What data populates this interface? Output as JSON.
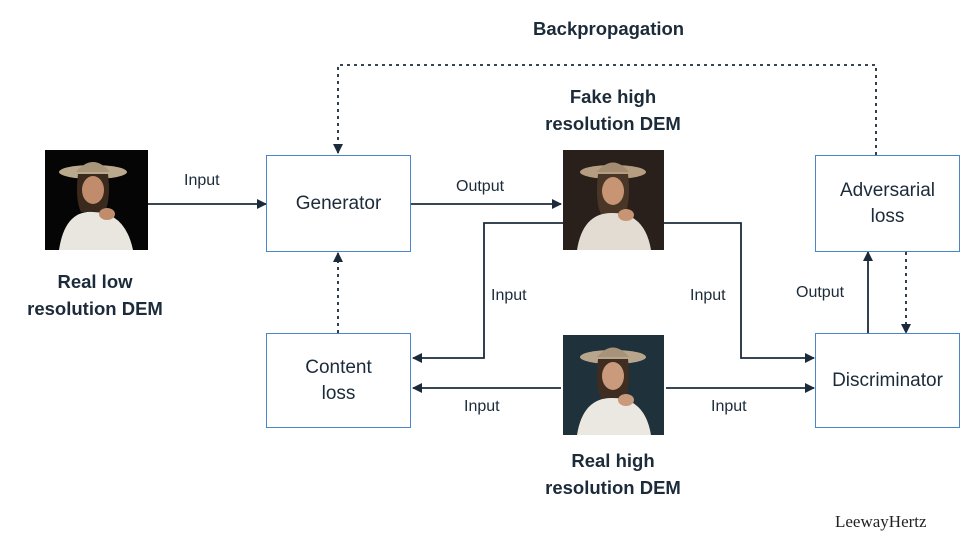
{
  "title": "Backpropagation",
  "nodes": {
    "generator": "Generator",
    "adversarial_loss_line1": "Adversarial",
    "adversarial_loss_line2": "loss",
    "content_loss_line1": "Content",
    "content_loss_line2": "loss",
    "discriminator": "Discriminator"
  },
  "images": {
    "real_low_line1": "Real low",
    "real_low_line2": "resolution DEM",
    "fake_high_line1": "Fake high",
    "fake_high_line2": "resolution DEM",
    "real_high_line1": "Real high",
    "real_high_line2": "resolution DEM"
  },
  "edge_labels": {
    "input_to_generator": "Input",
    "generator_output": "Output",
    "fake_input_left": "Input",
    "fake_input_right": "Input",
    "discriminator_output": "Output",
    "real_input_left": "Input",
    "real_input_right": "Input"
  },
  "brand": "LeewayHertz",
  "colors": {
    "box_border": "#4a86c8",
    "arrow": "#1c2b3a"
  }
}
